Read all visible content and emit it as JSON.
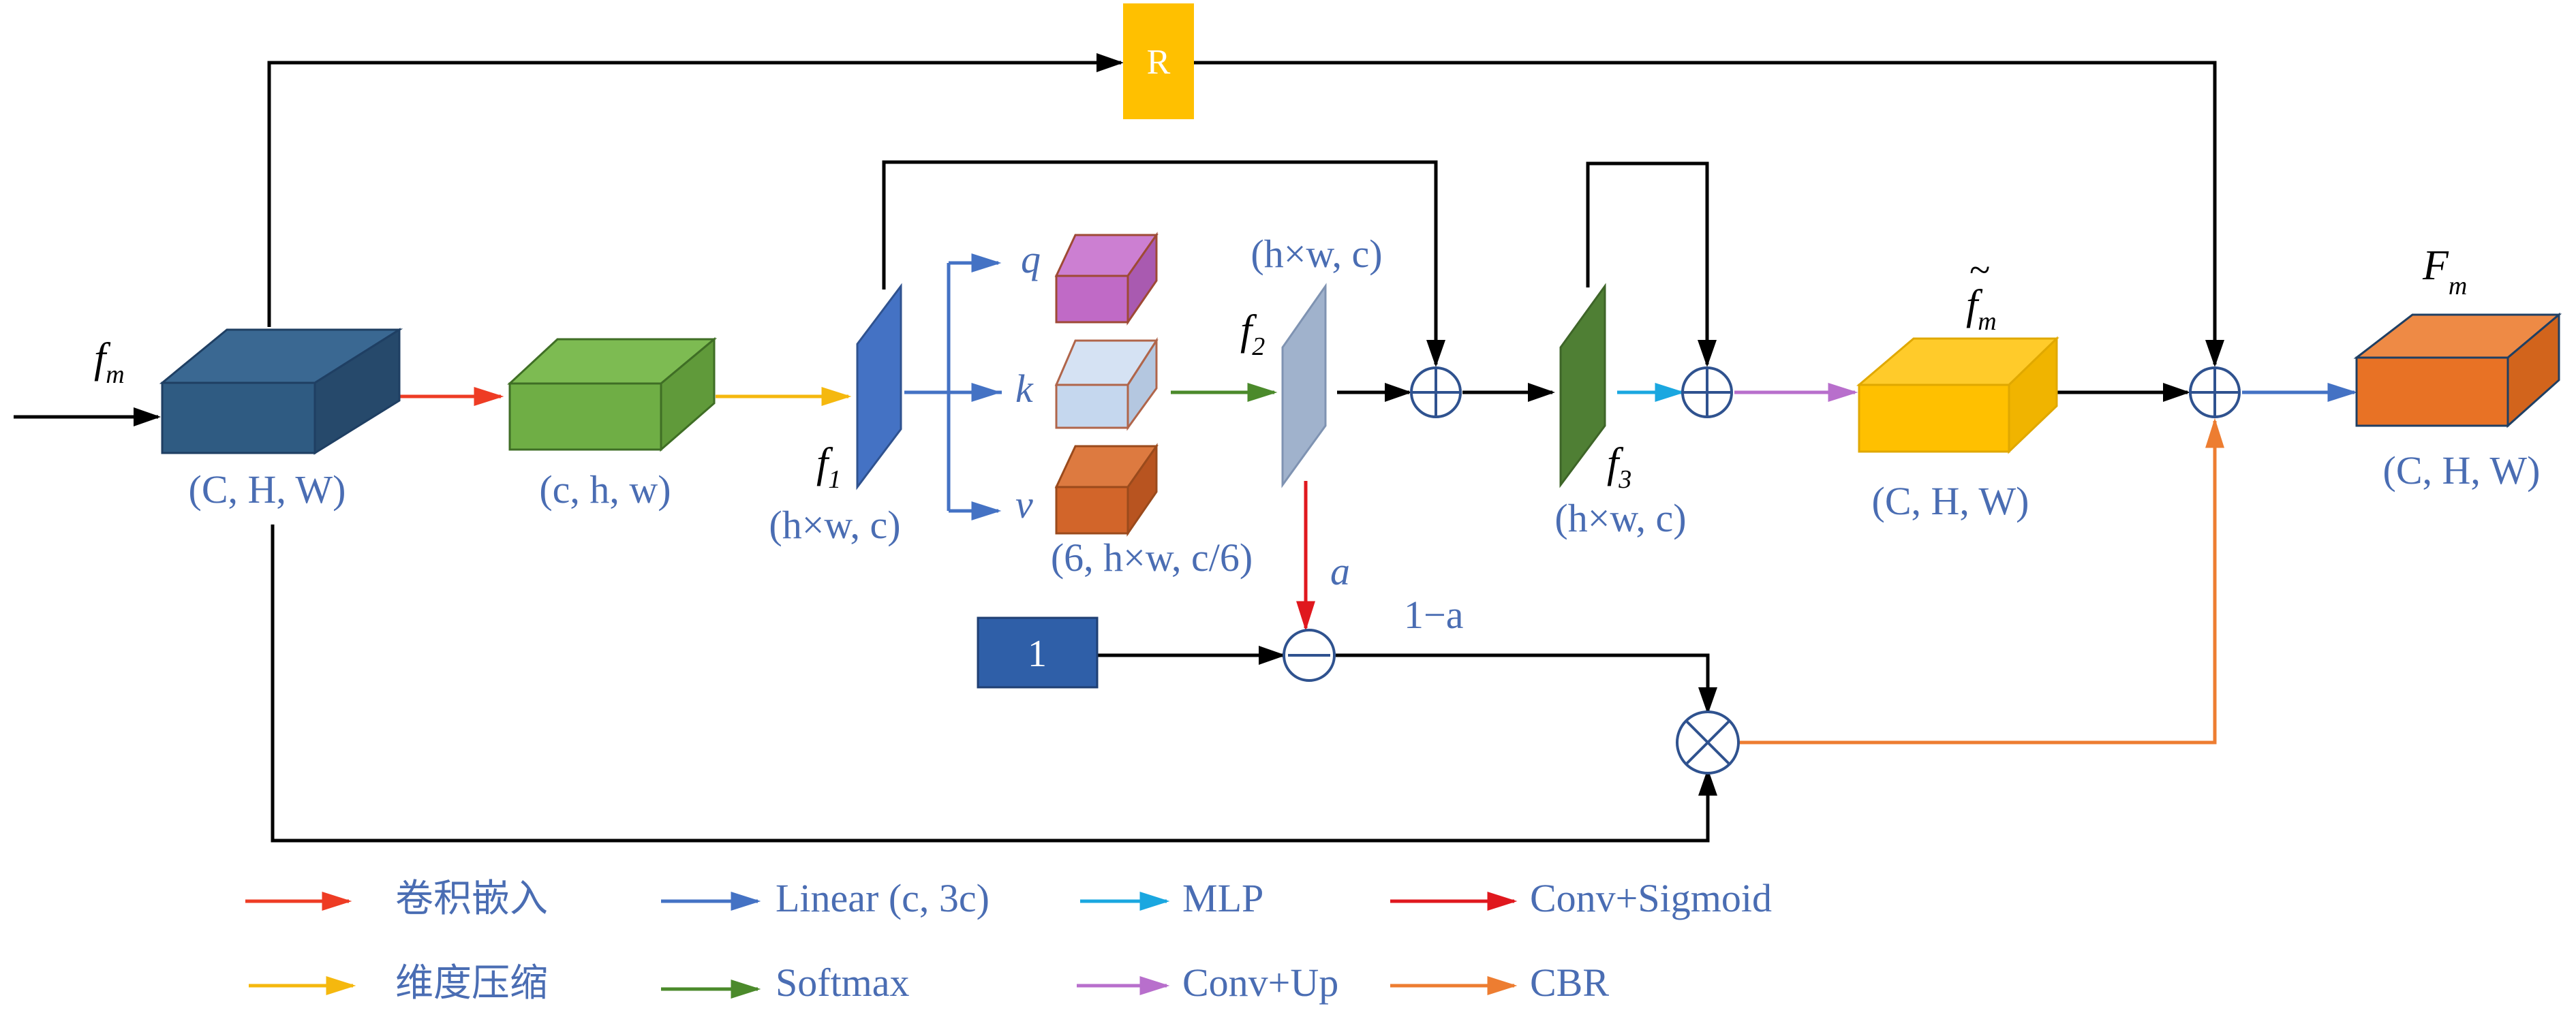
{
  "input": {
    "symbol": "f",
    "subscript": "m"
  },
  "blocks": {
    "R": "R",
    "one": "1"
  },
  "dims": {
    "input_block": "(C, H, W)",
    "green_block": "(c, h, w)",
    "f1": "(h×w, c)",
    "qkv": "(6, h×w, c/6)",
    "f2": "(h×w, c)",
    "f3": "(h×w, c)",
    "ftilde": "(C, H, W)",
    "output": "(C, H, W)"
  },
  "labels": {
    "q": "q",
    "k": "k",
    "v": "v",
    "f1": {
      "symbol": "f",
      "subscript": "1"
    },
    "f2": {
      "symbol": "f",
      "subscript": "2"
    },
    "f3": {
      "symbol": "f",
      "subscript": "3"
    },
    "ftilde": {
      "symbol": "f",
      "subscript": "m",
      "accent": "~"
    },
    "output": {
      "symbol": "F",
      "subscript": "m"
    },
    "a": "a",
    "one_minus_a": "1−a"
  },
  "operators": {
    "add": "⊕",
    "minus": "⊖",
    "multiply": "⊗"
  },
  "legend": [
    {
      "label": "卷积嵌入",
      "color": "#ee3c24"
    },
    {
      "label": "Linear (c, 3c)",
      "color": "#4472c4"
    },
    {
      "label": "MLP",
      "color": "#1aa7e0"
    },
    {
      "label": "Conv+Sigmoid",
      "color": "#e0181e"
    },
    {
      "label": "维度压缩",
      "color": "#f5b80e"
    },
    {
      "label": "Softmax",
      "color": "#4b8a2b"
    },
    {
      "label": "Conv+Up",
      "color": "#b86fcc"
    },
    {
      "label": "CBR",
      "color": "#ed7d31"
    }
  ],
  "colors": {
    "input_block": "#2f5b82",
    "green_block": "#6fae45",
    "f1": "#4472c4",
    "q": "#c06ac6",
    "k": "#c5d7ee",
    "v": "#d2652a",
    "f2": "#a0b2cc",
    "f3": "#4f7f34",
    "ftilde": "#ffc000",
    "output": "#e87225",
    "R": "#ffc000",
    "one": "#2f5fa8",
    "text_blue": "#4a6db3"
  }
}
